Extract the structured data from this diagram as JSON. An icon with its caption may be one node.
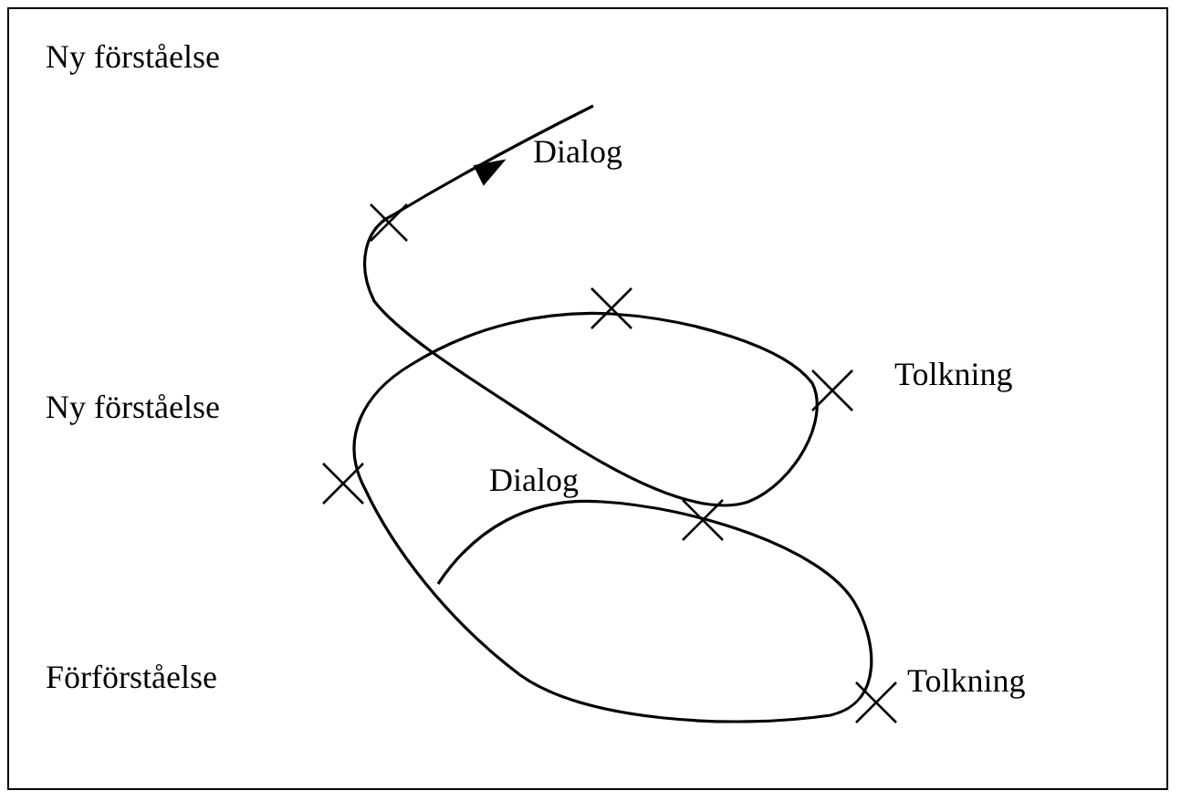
{
  "diagram": {
    "labels": [
      "Ny förståelse",
      "Dialog",
      "Tolkning",
      "Ny förståelse",
      "Dialog",
      "Förförståelse",
      "Tolkning"
    ]
  }
}
